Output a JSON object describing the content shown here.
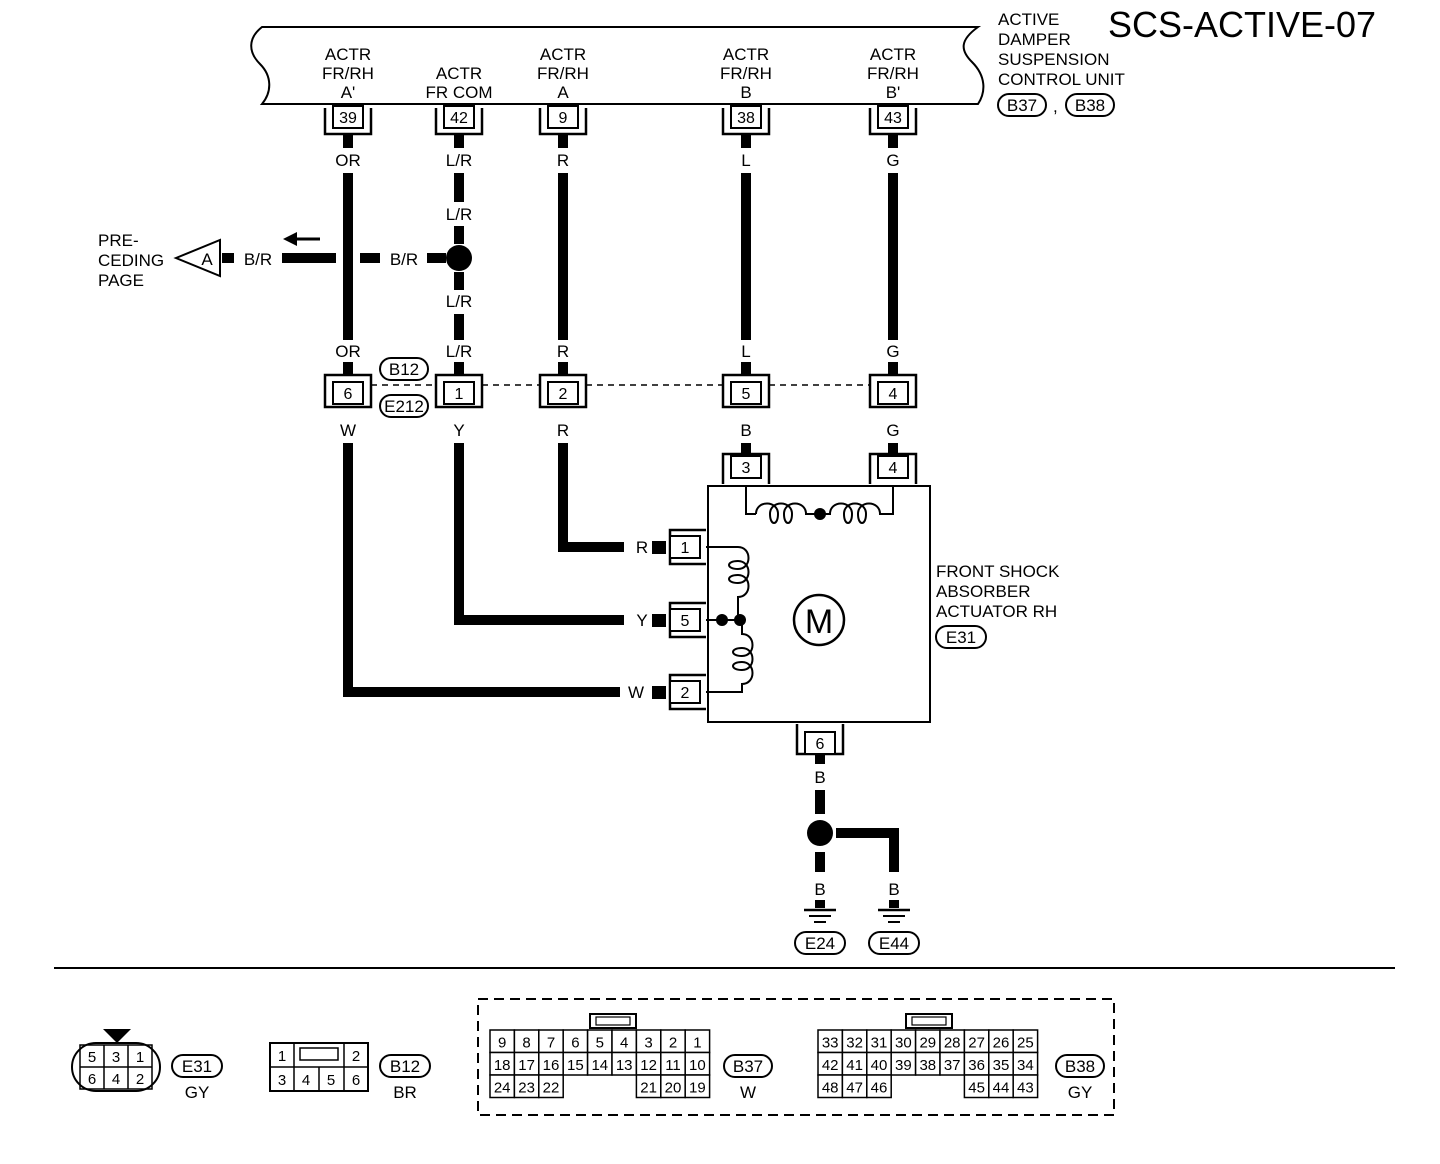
{
  "title": "SCS-ACTIVE-07",
  "control_unit": {
    "name_lines": [
      "ACTIVE",
      "DAMPER",
      "SUSPENSION",
      "CONTROL UNIT"
    ],
    "connectors": [
      "B37",
      "B38"
    ],
    "separator": ","
  },
  "terminals": [
    {
      "label": [
        "ACTR",
        "FR/RH",
        "A'"
      ],
      "pin": "39",
      "color_top": "OR",
      "color_mid": "OR",
      "joint_pin": "6",
      "color_bottom": "W"
    },
    {
      "label": [
        "ACTR",
        "FR COM"
      ],
      "pin": "42",
      "color_top": "L/R",
      "color_splice_top": "L/R",
      "color_splice_bottom": "L/R",
      "color_mid": "L/R",
      "joint_pin": "1",
      "color_bottom": "Y"
    },
    {
      "label": [
        "ACTR",
        "FR/RH",
        "A"
      ],
      "pin": "9",
      "color_top": "R",
      "color_mid": "R",
      "joint_pin": "2",
      "color_bottom": "R"
    },
    {
      "label": [
        "ACTR",
        "FR/RH",
        "B"
      ],
      "pin": "38",
      "color_top": "L",
      "color_mid": "L",
      "joint_pin": "5",
      "color_bottom": "B"
    },
    {
      "label": [
        "ACTR",
        "FR/RH",
        "B'"
      ],
      "pin": "43",
      "color_top": "G",
      "color_mid": "G",
      "joint_pin": "4",
      "color_bottom": "G"
    }
  ],
  "preceding": {
    "lines": [
      "PRE-",
      "CEDING",
      "PAGE"
    ],
    "symbol": "A",
    "wire_left": "B/R",
    "wire_right": "B/R"
  },
  "joint_connector": {
    "top": "B12",
    "bottom": "E212"
  },
  "actuator": {
    "name_lines": [
      "FRONT SHOCK",
      "ABSORBER",
      "ACTUATOR RH"
    ],
    "connector": "E31",
    "motor": "M",
    "top_pins": [
      "3",
      "4"
    ],
    "side_pins": [
      {
        "pin": "1",
        "color": "R"
      },
      {
        "pin": "5",
        "color": "Y"
      },
      {
        "pin": "2",
        "color": "W"
      }
    ],
    "ground_pin": "6",
    "ground_color": "B"
  },
  "grounds": [
    {
      "name": "E24",
      "color": "B"
    },
    {
      "name": "E44",
      "color": "B"
    }
  ],
  "connector_views": {
    "e31": {
      "name": "E31",
      "color": "GY",
      "row1": [
        "5",
        "3",
        "1"
      ],
      "row2": [
        "6",
        "4",
        "2"
      ]
    },
    "b12": {
      "name": "B12",
      "color": "BR",
      "row1": [
        "1",
        "2"
      ],
      "row2": [
        "3",
        "4",
        "5",
        "6"
      ]
    },
    "b37": {
      "name": "B37",
      "color": "W",
      "row1": [
        "9",
        "8",
        "7",
        "6",
        "5",
        "4",
        "3",
        "2",
        "1"
      ],
      "row2": [
        "18",
        "17",
        "16",
        "15",
        "14",
        "13",
        "12",
        "11",
        "10"
      ],
      "row3": [
        "24",
        "23",
        "22",
        "21",
        "20",
        "19"
      ]
    },
    "b38": {
      "name": "B38",
      "color": "GY",
      "row1": [
        "33",
        "32",
        "31",
        "30",
        "29",
        "28",
        "27",
        "26",
        "25"
      ],
      "row2": [
        "42",
        "41",
        "40",
        "39",
        "38",
        "37",
        "36",
        "35",
        "34"
      ],
      "row3": [
        "48",
        "47",
        "46",
        "45",
        "44",
        "43"
      ]
    }
  }
}
